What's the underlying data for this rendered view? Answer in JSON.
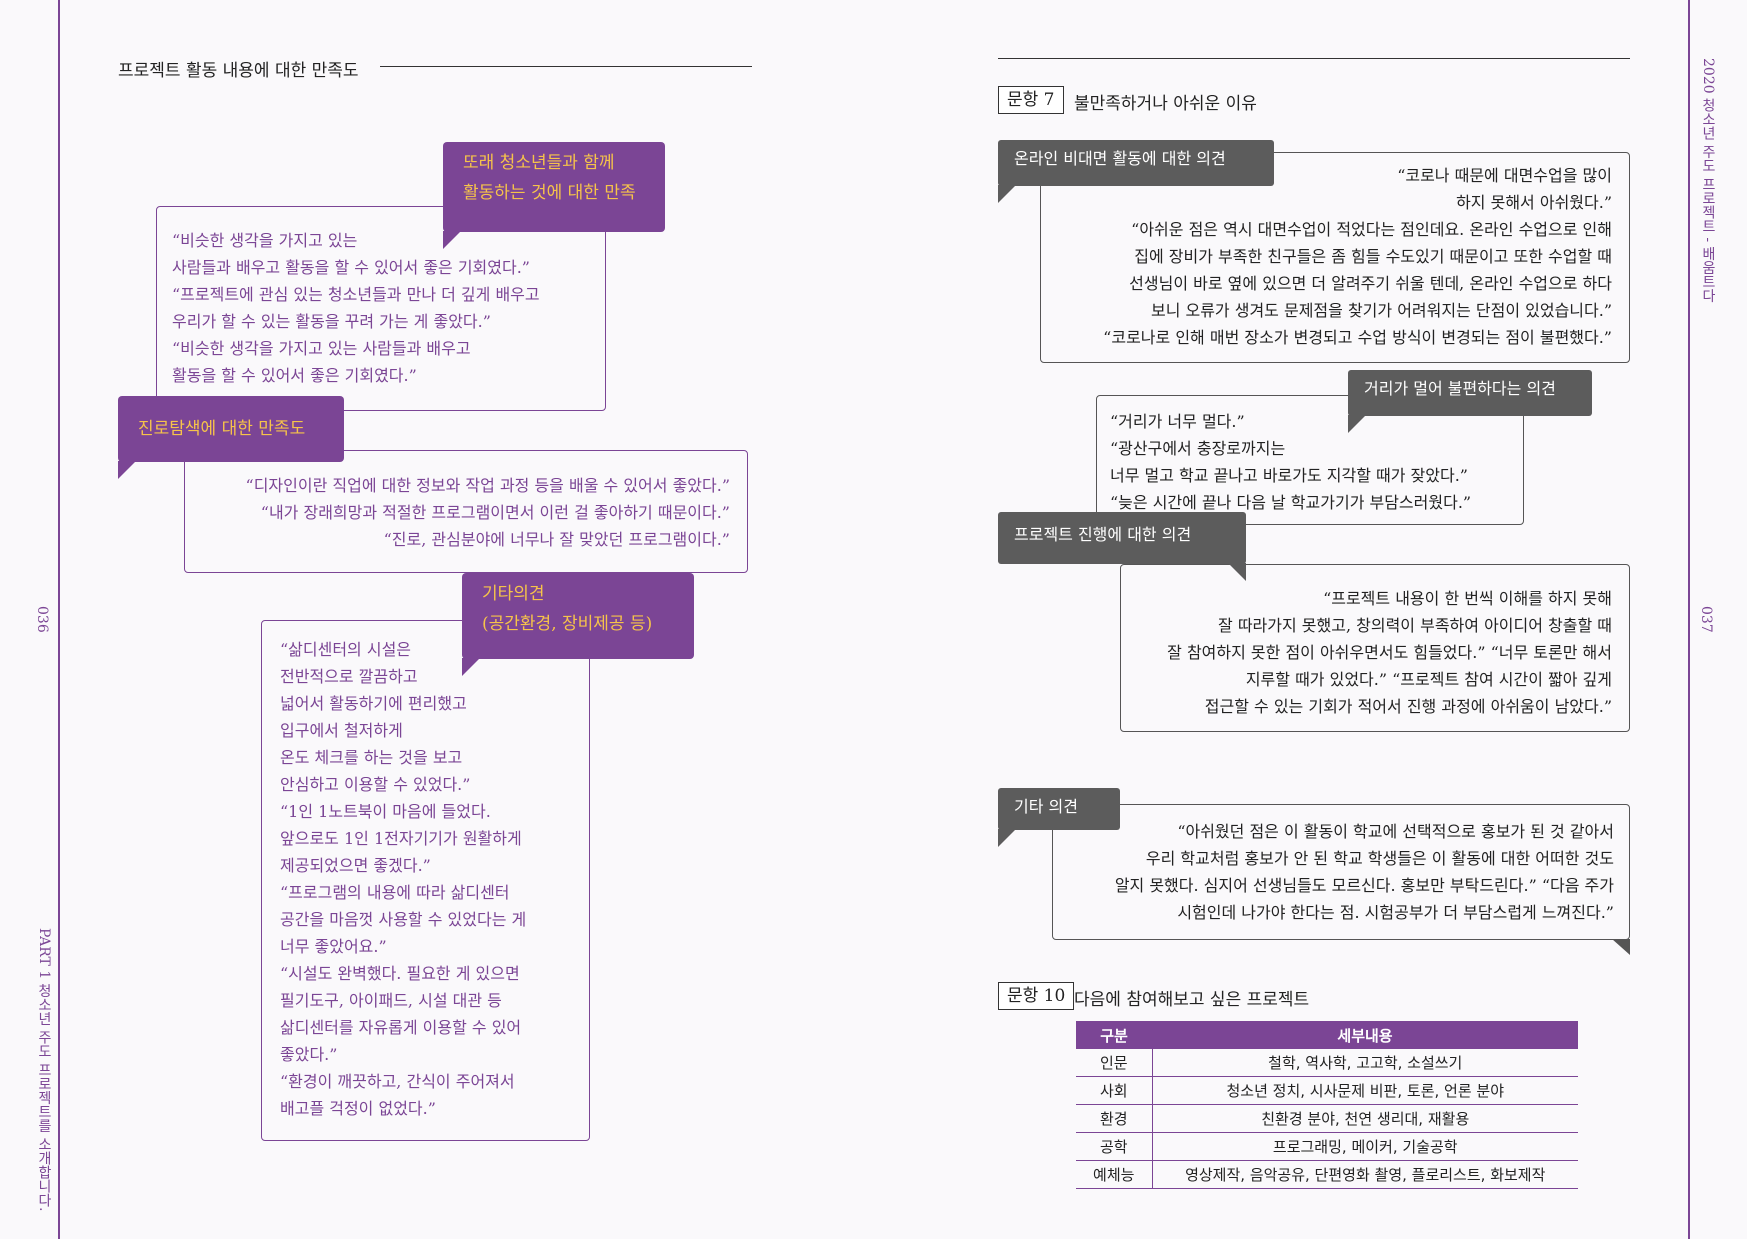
{
  "left_page": {
    "page_number": "036",
    "side_label": "PART 1  청소년 주도 프로젝트를 소개합니다.",
    "section_title": "프로젝트 활동 내용에 대한 만족도",
    "box1": {
      "tag": [
        "또래 청소년들과 함께",
        "활동하는 것에 대한 만족"
      ],
      "lines": [
        "“비슷한 생각을 가지고 있는",
        "사람들과 배우고 활동을 할  수 있어서 좋은 기회였다.”",
        "“프로젝트에 관심 있는 청소년들과 만나 더 깊게 배우고",
        "우리가 할 수 있는 활동을 꾸려 가는 게 좋았다.”",
        "“비슷한 생각을 가지고 있는 사람들과 배우고",
        "활동을 할 수 있어서 좋은 기회였다.”"
      ]
    },
    "box2": {
      "tag": [
        "진로탐색에 대한 만족도"
      ],
      "lines": [
        "“디자인이란 직업에 대한 정보와 작업 과정 등을 배울 수 있어서 좋았다.”",
        "“내가 장래희망과 적절한 프로그램이면서 이런 걸 좋아하기 때문이다.”",
        "“진로, 관심분야에 너무나 잘 맞았던 프로그램이다.”"
      ]
    },
    "box3": {
      "tag": [
        "기타의견",
        "(공간환경, 장비제공 등)"
      ],
      "lines": [
        "“삶디센터의 시설은",
        "전반적으로 깔끔하고",
        "넓어서 활동하기에 편리했고",
        "입구에서 철저하게",
        "온도 체크를 하는 것을 보고",
        "안심하고 이용할 수 있었다.”",
        "“1인 1노트북이 마음에 들었다.",
        "앞으로도 1인 1전자기기가 원활하게",
        "제공되었으면 좋겠다.”",
        "“프로그램의 내용에 따라 삶디센터",
        "공간을 마음껏 사용할 수 있었다는 게",
        "너무 좋았어요.”",
        "“시설도 완벽했다. 필요한 게 있으면",
        "필기도구, 아이패드, 시설 대관 등",
        "삶디센터를 자유롭게 이용할 수 있어",
        "좋았다.”",
        "“환경이 깨끗하고, 간식이 주어져서",
        "배고플 걱정이 없었다.”"
      ]
    }
  },
  "right_page": {
    "page_number": "037",
    "side_label": "2020 청소년 주도 프로젝트 - 배움트다",
    "q7": {
      "label": "문항 7",
      "title": "불만족하거나 아쉬운 이유"
    },
    "g1": {
      "tag": "온라인 비대면 활동에 대한 의견",
      "lines": [
        "“코로나 때문에 대면수업을 많이",
        "하지 못해서 아쉬웠다.”",
        "“아쉬운 점은 역시 대면수업이 적었다는 점인데요. 온라인 수업으로 인해",
        "집에 장비가 부족한 친구들은 좀 힘들 수도있기 때문이고 또한 수업할 때",
        "선생님이 바로 옆에 있으면 더 알려주기 쉬울 텐데, 온라인 수업으로 하다",
        "보니 오류가 생겨도 문제점을 찾기가 어려워지는 단점이 있었습니다.”",
        "“코로나로 인해 매번 장소가 변경되고 수업 방식이 변경되는 점이 불편했다.”"
      ]
    },
    "g2": {
      "tag": "거리가 멀어 불편하다는 의견",
      "lines": [
        "“거리가 너무 멀다.”",
        "“광산구에서 충장로까지는",
        "너무 멀고 학교 끝나고 바로가도 지각할 때가 잦았다.”",
        "“늦은 시간에 끝나 다음 날 학교가기가 부담스러웠다.”"
      ]
    },
    "g3": {
      "tag": "프로젝트 진행에 대한 의견",
      "lines": [
        "“프로젝트 내용이 한 번씩 이해를 하지 못해",
        "잘 따라가지 못했고, 창의력이 부족하여 아이디어 창출할 때",
        "잘 참여하지 못한 점이 아쉬우면서도 힘들었다.” “너무 토론만 해서",
        "지루할 때가 있었다.” “프로젝트 참여 시간이 짧아 깊게",
        "접근할 수 있는 기회가 적어서 진행 과정에 아쉬움이 남았다.”"
      ]
    },
    "g4": {
      "tag": "기타 의견",
      "lines": [
        "“아쉬웠던 점은 이 활동이 학교에 선택적으로 홍보가 된 것 같아서",
        "우리 학교처럼 홍보가 안 된 학교 학생들은 이 활동에 대한 어떠한 것도",
        "알지 못했다. 심지어 선생님들도 모르신다. 홍보만 부탁드린다.” “다음 주가",
        "시험인데 나가야 한다는 점. 시험공부가 더 부담스럽게 느껴진다.”"
      ]
    },
    "q10": {
      "label": "문항 10",
      "title": "다음에 참여해보고 싶은 프로젝트"
    },
    "table": {
      "headers": [
        "구분",
        "세부내용"
      ],
      "rows": [
        [
          "인문",
          "철학, 역사학, 고고학, 소설쓰기"
        ],
        [
          "사회",
          "청소년 정치, 시사문제 비판, 토론, 언론 분야"
        ],
        [
          "환경",
          "친환경 분야, 천연 생리대, 재활용"
        ],
        [
          "공학",
          "프로그래밍, 메이커, 기술공학"
        ],
        [
          "예체능",
          "영상제작, 음악공유, 단편영화 촬영, 플로리스트, 화보제작"
        ]
      ]
    }
  },
  "colors": {
    "purple": "#7b4595",
    "tag_text": "#f6c34a",
    "gray": "#5c5c5c"
  }
}
